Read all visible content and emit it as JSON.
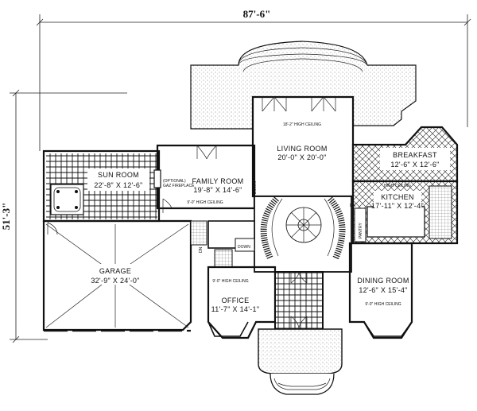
{
  "overall": {
    "width": "87'-6\"",
    "depth": "51'-3\""
  },
  "rooms": {
    "sun_room": {
      "name": "SUN ROOM",
      "dims": "22'-8\" X 12'-6\""
    },
    "family_room": {
      "name": "FAMILY ROOM",
      "dims": "19'-8\" X 14'-6\""
    },
    "living_room": {
      "name": "LIVING ROOM",
      "dims": "20'-0\" X 20'-0\""
    },
    "breakfast": {
      "name": "BREAKFAST",
      "dims": "12'-6\" X 12'-6\""
    },
    "kitchen": {
      "name": "KITCHEN",
      "dims": "17'-11\" X 12'-4\""
    },
    "garage": {
      "name": "GARAGE",
      "dims": "32'-9\" X 24'-0\""
    },
    "office": {
      "name": "OFFICE",
      "dims": "11'-7\" X 14'-1\""
    },
    "dining_room": {
      "name": "DINING ROOM",
      "dims": "12'-6\" X 15'-4\""
    }
  },
  "notes": {
    "living_ceiling": "18'-2\" HIGH CEILING",
    "family_ceiling": "9'-0\" HIGH CEILING",
    "office_ceiling": "9'-0\" HIGH CEILING",
    "dining_ceiling": "9'-0\" HIGH CEILING",
    "kitchen_ceiling": "HIGH CEILING",
    "fireplace_1": "(OPTIONAL)",
    "fireplace_2": "GAZ FIREPLACE",
    "pantry": "PANTRY",
    "dn_1": "DN",
    "dn_2": "DOWN",
    "dn_3": "DOWN",
    "dn_4": "DN"
  }
}
